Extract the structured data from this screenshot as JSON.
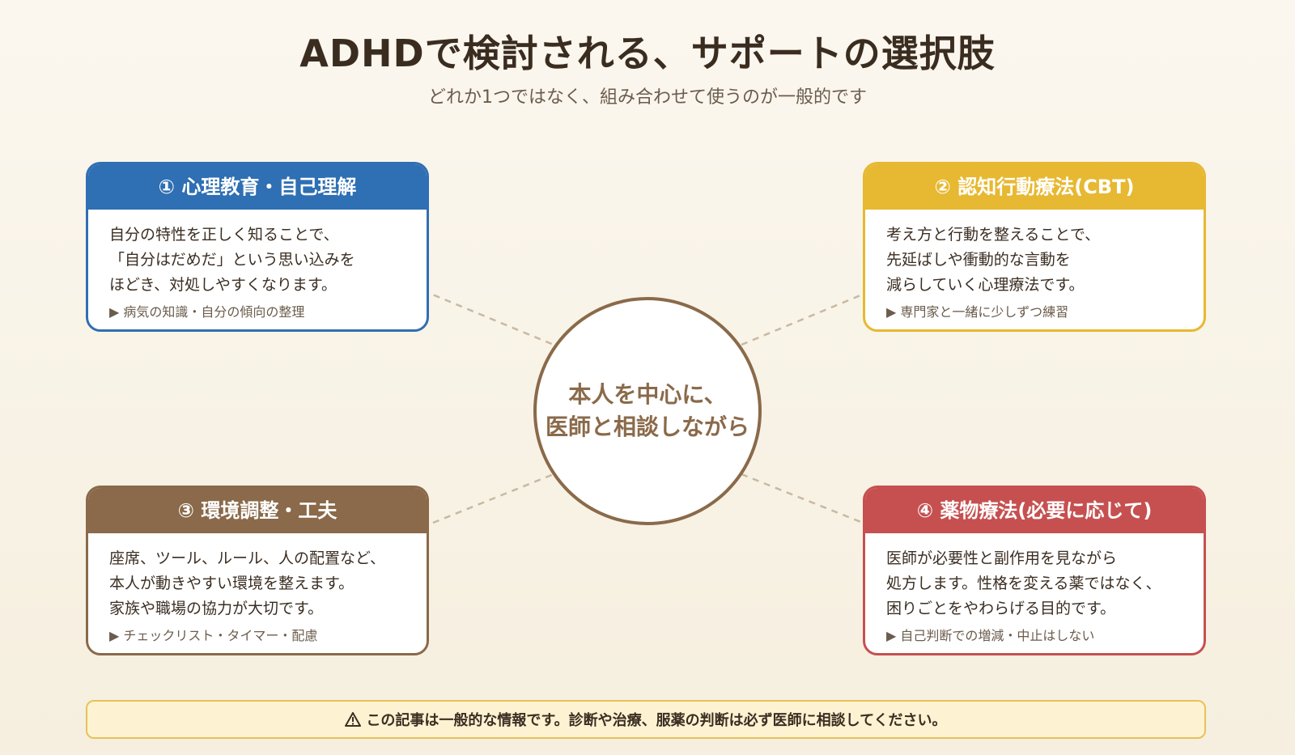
{
  "title": "ADHDで検討される、サポートの選択肢",
  "subtitle": "どれか1つではなく、組み合わせて使うのが一般的です",
  "center": {
    "line1": "本人を中心に、",
    "line2": "医師と相談しながら"
  },
  "cards": [
    {
      "title": "① 心理教育・自己理解",
      "lines": [
        "自分の特性を正しく知ることで、",
        "「自分はだめだ」という思い込みを",
        "ほどき、対処しやすくなります。"
      ],
      "note": "▶ 病気の知識・自分の傾向の整理",
      "color": "#2f6fb3"
    },
    {
      "title": "② 認知行動療法(CBT)",
      "lines": [
        "考え方と行動を整えることで、",
        "先延ばしや衝動的な言動を",
        "減らしていく心理療法です。"
      ],
      "note": "▶ 専門家と一緒に少しずつ練習",
      "color": "#e7b831"
    },
    {
      "title": "③ 環境調整・工夫",
      "lines": [
        "座席、ツール、ルール、人の配置など、",
        "本人が動きやすい環境を整えます。",
        "家族や職場の協力が大切です。"
      ],
      "note": "▶ チェックリスト・タイマー・配慮",
      "color": "#8a6a4a"
    },
    {
      "title": "④ 薬物療法(必要に応じて)",
      "lines": [
        "医師が必要性と副作用を見ながら",
        "処方します。性格を変える薬ではなく、",
        "困りごとをやわらげる目的です。"
      ],
      "note": "▶ 自己判断での増減・中止はしない",
      "color": "#c65050"
    }
  ],
  "warning": {
    "icon": "warning-icon",
    "text": "この記事は一般的な情報です。診断や治療、服薬の判断は必ず医師に相談してください。"
  }
}
